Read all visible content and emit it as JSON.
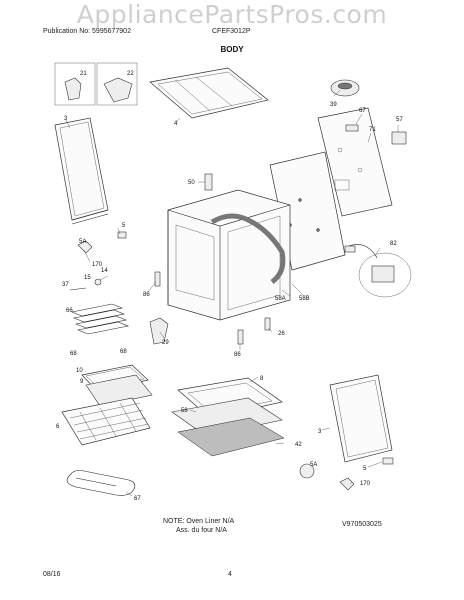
{
  "watermark": "AppliancePartsPros.com",
  "header": {
    "publication": "Publication No: 5995677902",
    "model": "CFEF3012P",
    "section": "BODY"
  },
  "callouts": {
    "c21": "21",
    "c22": "22",
    "c39": "39",
    "c67": "67",
    "c71": "71",
    "c57": "57",
    "c3a": "3",
    "c4": "4",
    "c50": "50",
    "c5a": "5",
    "c5Aa": "5A",
    "c170a": "170",
    "c14": "14",
    "c15": "15",
    "c37": "37",
    "c82": "82",
    "c86a": "86",
    "c58A": "58A",
    "c58B": "58B",
    "c66": "66",
    "c68a": "68",
    "c68b": "68",
    "c29": "29",
    "c86b": "86",
    "c26": "26",
    "c10": "10",
    "c9": "9",
    "c8": "8",
    "c3b": "3",
    "c6": "6",
    "c58": "58",
    "c42": "42",
    "c5Ab": "5A",
    "c5b": "5",
    "c170b": "170",
    "c67b": "67"
  },
  "notes": {
    "line1": "NOTE: Oven Liner N/A",
    "line2": "Ass. du four N/A",
    "code": "V970503025"
  },
  "footer": {
    "date": "08/16",
    "page": "4"
  }
}
